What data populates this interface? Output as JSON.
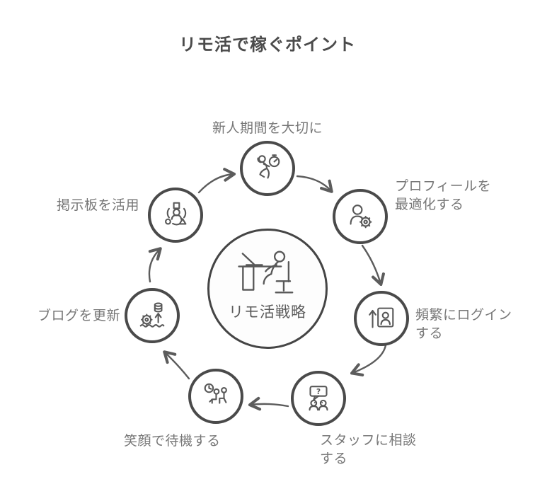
{
  "title": "リモ活で稼ぐポイント",
  "center": {
    "label": "リモ活戦略",
    "icon": "remote-work-desk-icon"
  },
  "nodes": [
    {
      "label": "新人期間を大切に",
      "icon": "running-stopwatch-icon"
    },
    {
      "label": "プロフィールを\n最適化する",
      "icon": "user-gear-icon"
    },
    {
      "label": "頻繁にログイン\nする",
      "icon": "profile-upload-icon"
    },
    {
      "label": "スタッフに相談\nする",
      "icon": "question-chat-icon"
    },
    {
      "label": "笑顔で待機する",
      "icon": "waiting-clock-icon"
    },
    {
      "label": "ブログを更新",
      "icon": "gear-upload-coins-icon"
    },
    {
      "label": "掲示板を活用",
      "icon": "community-shapes-icon"
    }
  ],
  "icon_glyphs": {
    "question_mark": "?"
  },
  "colors": {
    "background": "#ffffff",
    "title_text": "#4b4b4b",
    "label_text": "#777777",
    "circle_border": "#4a4a4a",
    "icon_stroke": "#585858",
    "arrow": "#5c5c5c"
  }
}
